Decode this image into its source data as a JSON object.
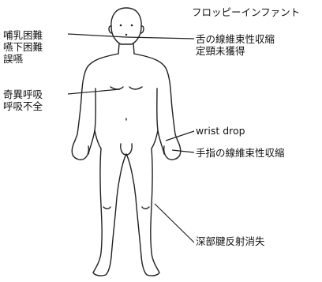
{
  "title": "フロッピーインファント",
  "labels_left": [
    {
      "id": "feeding",
      "lines": [
        "哺乳困難",
        "嚥下困難",
        "誤嚥"
      ]
    },
    {
      "id": "breathing",
      "lines": [
        "奇異呼吸",
        "呼吸不全"
      ]
    }
  ],
  "labels_right": [
    {
      "id": "tongue",
      "lines": [
        "舌の線維束性収縮",
        "定頸未獲得"
      ]
    },
    {
      "id": "wrist",
      "lines": [
        "wrist drop"
      ]
    },
    {
      "id": "finger",
      "lines": [
        "手指の線維束性収縮"
      ]
    },
    {
      "id": "reflex",
      "lines": [
        "深部腱反射消失"
      ]
    }
  ],
  "colors": {
    "line": "#222222",
    "text": "#111111",
    "background": "#ffffff"
  },
  "figure_icon": "human-body-outline-icon"
}
